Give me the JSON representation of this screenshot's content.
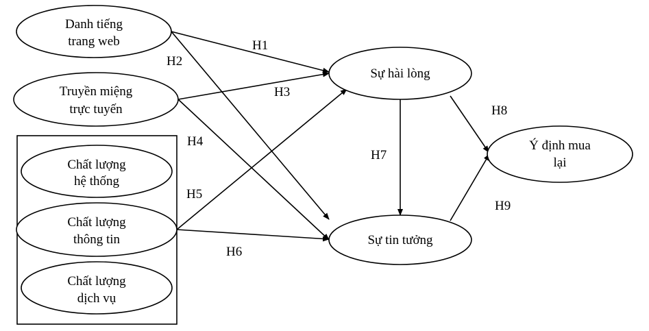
{
  "nodes": {
    "danh_tieng": [
      "Danh tiếng",
      "trang web"
    ],
    "truyen_mieng": [
      "Truyền miệng",
      "trực tuyến"
    ],
    "cl_he_thong": [
      "Chất lượng",
      "hệ thống"
    ],
    "cl_thong_tin": [
      "Chất lượng",
      "thông tin"
    ],
    "cl_dich_vu": [
      "Chất lượng",
      "dịch vụ"
    ],
    "hai_long": [
      "Sự hài lòng"
    ],
    "tin_tuong": [
      "Sự tin tưởng"
    ],
    "y_dinh": [
      "Ý định mua",
      "lại"
    ]
  },
  "hypotheses": {
    "h1": "H1",
    "h2": "H2",
    "h3": "H3",
    "h4": "H4",
    "h5": "H5",
    "h6": "H6",
    "h7": "H7",
    "h8": "H8",
    "h9": "H9"
  }
}
